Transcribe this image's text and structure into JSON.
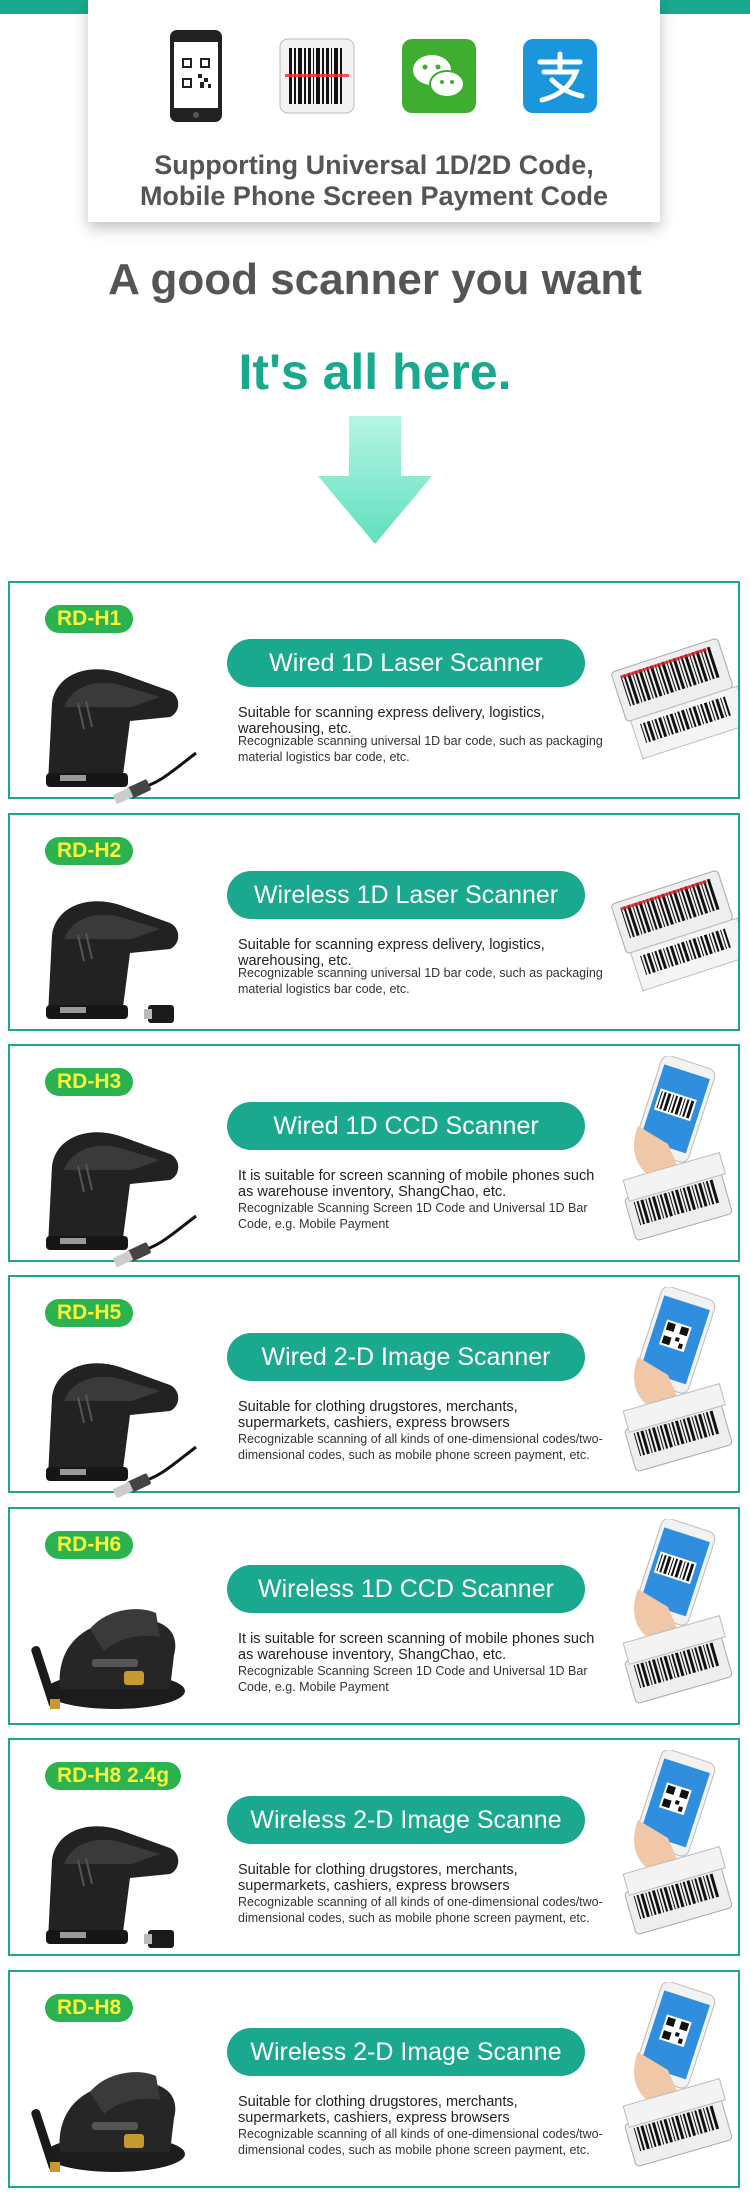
{
  "top_card": {
    "caption_line1": "Supporting Universal 1D/2D Code,",
    "caption_line2": "Mobile Phone Screen Payment Code",
    "icons": [
      "qr-phone-icon",
      "barcode-icon",
      "wechat-icon",
      "alipay-icon"
    ]
  },
  "headline": "A good scanner you want",
  "subheadline": "It's all here.",
  "colors": {
    "teal": "#1aa98f",
    "tag_green": "#2ab34f",
    "tag_text": "#f9f33a",
    "heading_gray": "#555555"
  },
  "products": [
    {
      "model": "RD-H1",
      "title": "Wired 1D Laser Scanner",
      "desc1": "Suitable for scanning express delivery, logistics, warehousing, etc.",
      "desc2": "Recognizable scanning universal 1D bar code, such as packaging material logistics bar code, etc.",
      "scanner": "handheld",
      "accessory": "usb-cable",
      "right": "barcode-labels"
    },
    {
      "model": "RD-H2",
      "title": "Wireless 1D Laser Scanner",
      "desc1": "Suitable for scanning express delivery, logistics, warehousing, etc.",
      "desc2": "Recognizable scanning universal 1D bar code, such as packaging material logistics bar code, etc.",
      "scanner": "handheld",
      "accessory": "usb-receiver",
      "right": "barcode-labels"
    },
    {
      "model": "RD-H3",
      "title": "Wired 1D CCD Scanner",
      "desc1": "It is suitable for screen scanning of mobile phones such as warehouse inventory, ShangChao, etc.",
      "desc2": "Recognizable Scanning Screen 1D Code and Universal 1D Bar Code, e.g. Mobile Payment",
      "scanner": "handheld",
      "accessory": "usb-cable",
      "right": "phone-barcode"
    },
    {
      "model": "RD-H5",
      "title": "Wired 2-D Image Scanner",
      "desc1": "Suitable for clothing drugstores, merchants, supermarkets, cashiers, express browsers",
      "desc2": "Recognizable scanning of all kinds of one-dimensional codes/two-dimensional codes, such as mobile phone screen payment, etc.",
      "scanner": "handheld",
      "accessory": "usb-cable",
      "right": "phone-qr"
    },
    {
      "model": "RD-H6",
      "title": "Wireless 1D CCD Scanner",
      "desc1": "It is suitable for screen scanning of mobile phones such as warehouse inventory, ShangChao, etc.",
      "desc2": "Recognizable Scanning Screen 1D Code and Universal 1D Bar Code, e.g. Mobile Payment",
      "scanner": "cradle",
      "accessory": "antenna",
      "right": "phone-barcode"
    },
    {
      "model": "RD-H8  2.4g",
      "title": "Wireless 2-D Image Scanne",
      "desc1": "Suitable for clothing drugstores, merchants, supermarkets, cashiers, express browsers",
      "desc2": "Recognizable scanning of all kinds of one-dimensional codes/two-dimensional codes, such as mobile phone screen payment, etc.",
      "scanner": "handheld",
      "accessory": "usb-receiver",
      "right": "phone-qr"
    },
    {
      "model": "RD-H8",
      "title": "Wireless 2-D Image Scanne",
      "desc1": "Suitable for clothing drugstores, merchants, supermarkets, cashiers, express browsers",
      "desc2": "Recognizable scanning of all kinds of one-dimensional codes/two-dimensional codes, such as mobile phone screen payment, etc.",
      "scanner": "cradle",
      "accessory": "antenna",
      "right": "phone-qr"
    }
  ]
}
